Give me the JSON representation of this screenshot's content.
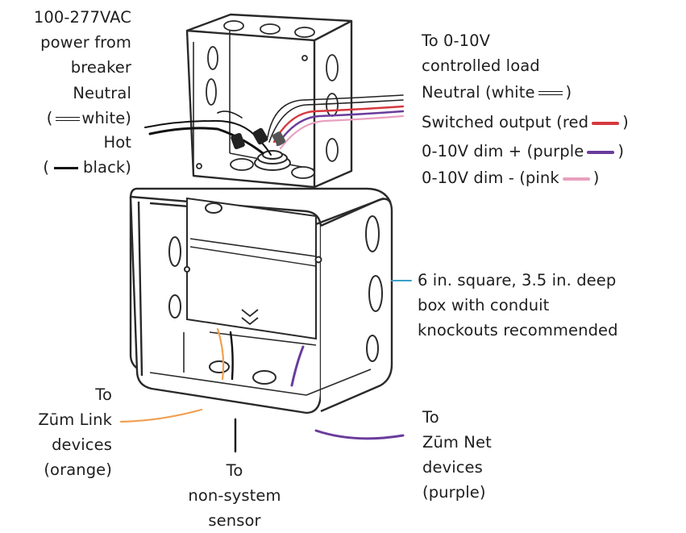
{
  "labels": {
    "power": [
      "100-277VAC",
      "power from",
      "breaker"
    ],
    "neutral": [
      "Neutral",
      "white)"
    ],
    "hot": [
      "Hot",
      "black)"
    ],
    "load": [
      "To 0-10V",
      "controlled load"
    ],
    "neutral_out": "Neutral (white",
    "switched": "Switched output (red",
    "dim_plus": "0-10V dim + (purple",
    "dim_minus": "0-10V dim - (pink",
    "box": [
      "6 in. square,  3.5 in. deep",
      "box with conduit",
      "knockouts recommended"
    ],
    "zum_link": [
      "To",
      "Zūm Link",
      "devices",
      "(orange)"
    ],
    "sensor": [
      "To",
      "non-system",
      "sensor"
    ],
    "zum_net": [
      "To",
      "Zūm Net",
      "devices",
      "(purple)"
    ]
  },
  "colors": {
    "red": "#d6383d",
    "purple": "#6a3c9c",
    "pink": "#e8a0be",
    "orange": "#f0a050",
    "teal": "#3aa0c8",
    "black": "#111111"
  }
}
